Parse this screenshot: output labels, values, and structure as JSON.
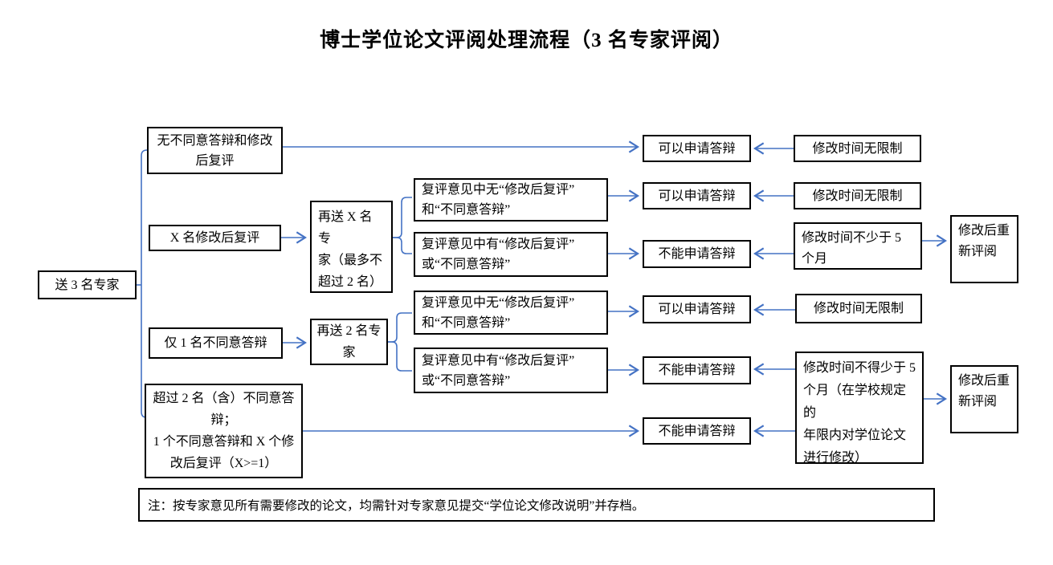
{
  "title": "博士学位论文评阅处理流程（3 名专家评阅）",
  "colors": {
    "connector_blue": "#4472C4",
    "box_border": "#000000",
    "text": "#000000",
    "background": "#FFFFFF"
  },
  "boxes": {
    "send3": "送 3 名专家",
    "no_disagree": "无不同意答辩和修改\n后复评",
    "x_revise": "X 名修改后复评",
    "resend_x": "再送 X 名专\n家（最多不\n超过 2 名）",
    "rev1_no": "复评意见中无“修改后复评”\n和“不同意答辩”",
    "rev1_yes": "复评意见中有“修改后复评”\n或“不同意答辩”",
    "only1_disagree": "仅 1 名不同意答辩",
    "resend_2": "再送 2 名专\n家",
    "rev2_no": "复评意见中无“修改后复评”\n和“不同意答辩”",
    "rev2_yes": "复评意见中有“修改后复评”\n或“不同意答辩”",
    "over2_disagree": "超过 2 名（含）不同意答\n辩；\n1 个不同意答辩和 X 个修\n改后复评（X>=1）",
    "can_defend_1": "可以申请答辩",
    "no_limit_1": "修改时间无限制",
    "can_defend_2": "可以申请答辩",
    "no_limit_2": "修改时间无限制",
    "cannot_defend_1": "不能申请答辩",
    "min5_months": "修改时间不少于 5\n个月",
    "rereview_1": "修改后重\n新评阅",
    "can_defend_3": "可以申请答辩",
    "no_limit_3": "修改时间无限制",
    "cannot_defend_2": "不能申请答辩",
    "min5_months_limit": "修改时间不得少于 5\n个月（在学校规定的\n年限内对学位论文\n进行修改）",
    "rereview_2": "修改后重\n新评阅",
    "cannot_defend_3": "不能申请答辩"
  },
  "note": "注：按专家意见所有需要修改的论文，均需针对专家意见提交“学位论文修改说明”并存档。"
}
